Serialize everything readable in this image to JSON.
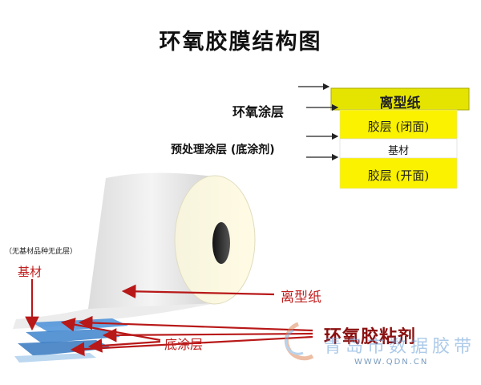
{
  "title": "环氧胶膜结构图",
  "note": "（无基材品种无此层）",
  "top_labels": {
    "epoxy_coating": "环氧涂层",
    "pretreat_coating": "预处理涂层 (底涂剂)"
  },
  "layers": {
    "release_paper": "离型纸",
    "adhesive_closed": "胶层 (闭面)",
    "substrate": "基材",
    "adhesive_open": "胶层 (开面)"
  },
  "roll_labels": {
    "substrate": "基材",
    "release_paper": "离型纸",
    "primer_layer": "底涂层",
    "epoxy_adhesive": "环氧胶粘剂"
  },
  "watermark": {
    "text": "青岛市数据胶带",
    "url": "WWW.QDN.CN"
  },
  "colors": {
    "layer_yellow": "#fbf200",
    "release_paper": "#e6e600",
    "arrow_red": "#b81818",
    "film_blue": "#3f86cf"
  }
}
